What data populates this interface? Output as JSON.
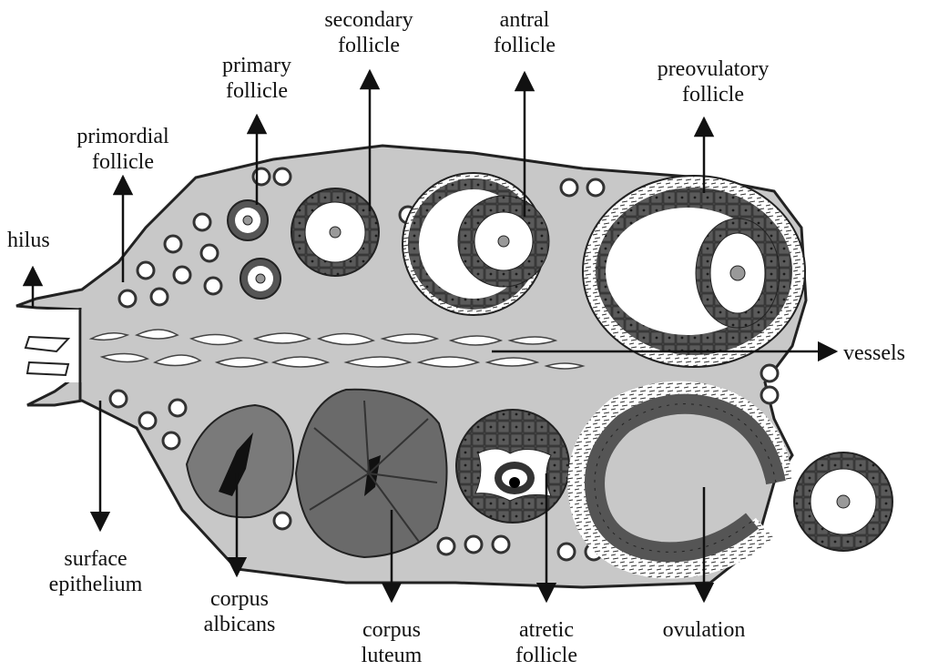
{
  "diagram": {
    "labels": {
      "primordial": [
        "primordial",
        "follicle"
      ],
      "primary": [
        "primary",
        "follicle"
      ],
      "secondary": [
        "secondary",
        "follicle"
      ],
      "antral": [
        "antral",
        "follicle"
      ],
      "preovulatory": [
        "preovulatory",
        "follicle"
      ],
      "hilus": "hilus",
      "vessels": "vessels",
      "surface_epithelium": [
        "surface",
        "epithelium"
      ],
      "corpus_albicans": [
        "corpus",
        "albicans"
      ],
      "corpus_luteum": [
        "corpus",
        "luteum"
      ],
      "atretic": [
        "atretic",
        "follicle"
      ],
      "ovulation": "ovulation"
    },
    "colors": {
      "stroma": "#c8c8c8",
      "cell": "#555555",
      "outline": "#222222",
      "antrum": "#ffffff",
      "corpus_albicans": "#7a7a7a",
      "corpus_luteum": "#6a6a6a"
    }
  }
}
